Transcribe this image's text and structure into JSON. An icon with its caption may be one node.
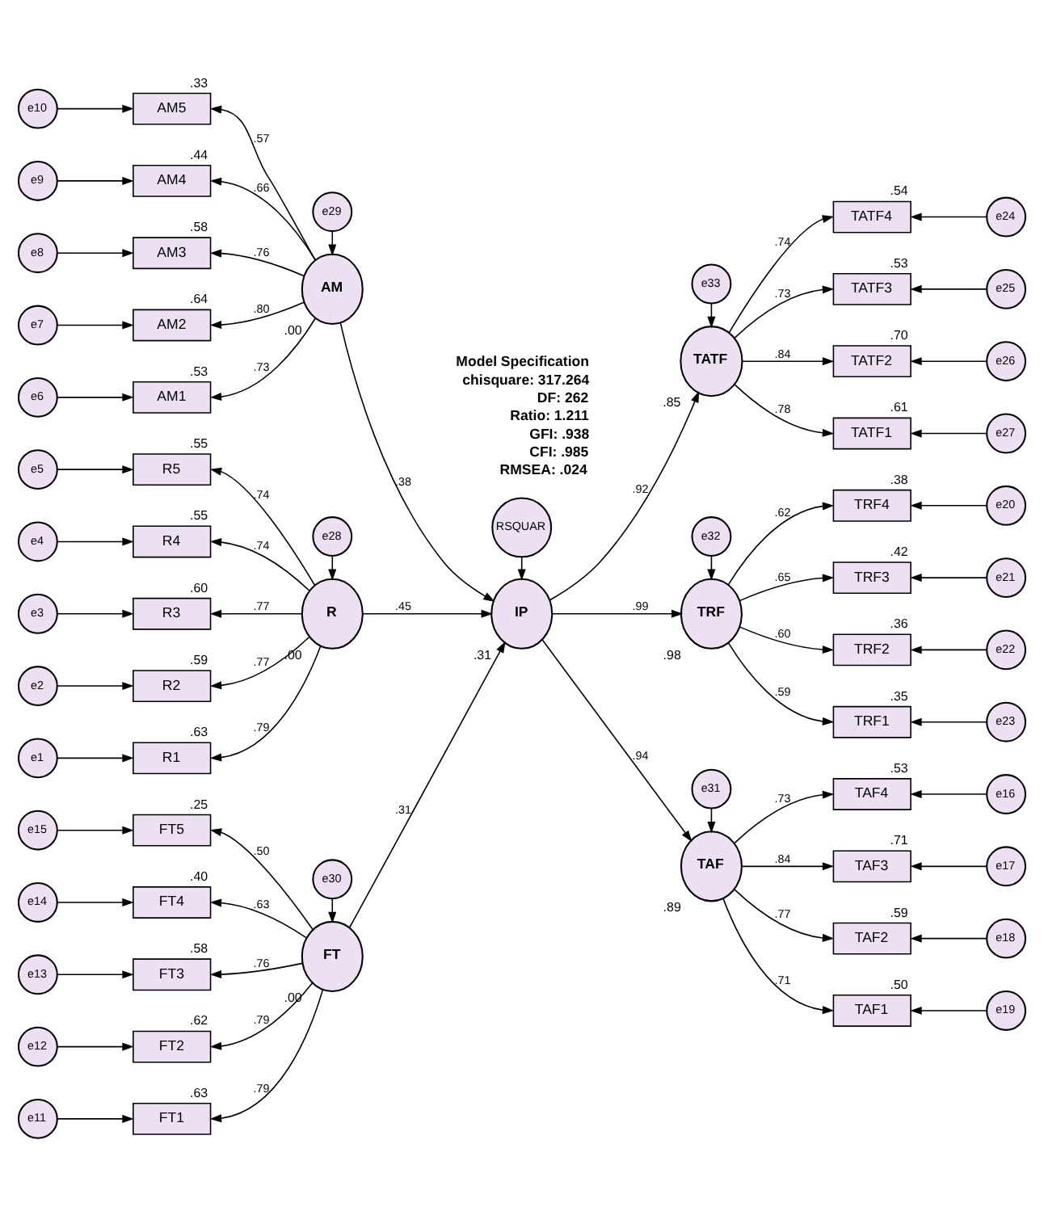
{
  "diagram": {
    "nodes": [
      {
        "text": [
          "e30"
        ]
      },
      {
        "text": [
          "FT"
        ],
        "beside": [
          ".00"
        ]
      },
      {
        "text": [
          "FT5"
        ],
        "beside": [
          ".25"
        ]
      },
      {
        "text": [
          "FT4"
        ],
        "beside": [
          ".40"
        ]
      },
      {
        "text": [
          "FT3"
        ],
        "beside": [
          ".58"
        ]
      },
      {
        "text": [
          "FT2"
        ],
        "beside": [
          ".62"
        ]
      },
      {
        "text": [
          "FT1"
        ],
        "beside": [
          ".63"
        ]
      },
      {
        "text": [
          "e15"
        ]
      },
      {
        "text": [
          "e14"
        ]
      },
      {
        "text": [
          "e13"
        ]
      },
      {
        "text": [
          "e12"
        ]
      },
      {
        "text": [
          "e11"
        ]
      },
      {
        "text": [
          "e29"
        ]
      },
      {
        "text": [
          "AM"
        ],
        "beside": [
          ".00"
        ]
      },
      {
        "text": [
          "AM5"
        ],
        "beside": [
          ".33"
        ]
      },
      {
        "text": [
          "AM4"
        ],
        "beside": [
          ".44"
        ]
      },
      {
        "text": [
          "AM3"
        ],
        "beside": [
          ".58"
        ]
      },
      {
        "text": [
          "AM2"
        ],
        "beside": [
          ".64"
        ]
      },
      {
        "text": [
          "AM1"
        ],
        "beside": [
          ".53"
        ]
      },
      {
        "text": [
          "e10"
        ]
      },
      {
        "text": [
          "e9"
        ]
      },
      {
        "text": [
          "e8"
        ]
      },
      {
        "text": [
          "e7"
        ]
      },
      {
        "text": [
          "e6"
        ]
      },
      {
        "text": [
          "e28"
        ]
      },
      {
        "text": [
          "R"
        ],
        "beside": [
          ".00"
        ]
      },
      {
        "text": [
          "R5"
        ],
        "beside": [
          ".55"
        ]
      },
      {
        "text": [
          "R4"
        ],
        "beside": [
          ".55"
        ]
      },
      {
        "text": [
          "R3"
        ],
        "beside": [
          ".60"
        ]
      },
      {
        "text": [
          "R2"
        ],
        "beside": [
          ".59"
        ]
      },
      {
        "text": [
          "R1"
        ],
        "beside": [
          ".63"
        ]
      },
      {
        "text": [
          "e5"
        ]
      },
      {
        "text": [
          "e4"
        ]
      },
      {
        "text": [
          "e3"
        ]
      },
      {
        "text": [
          "e2"
        ]
      },
      {
        "text": [
          "e1"
        ]
      },
      {
        "text": [
          "RSQUAR"
        ]
      },
      {
        "text": [
          "IP"
        ],
        "beside": [
          ".31"
        ]
      },
      {
        "text": [
          "e33"
        ]
      },
      {
        "text": [
          "TATF"
        ],
        "beside": [
          ".85"
        ]
      },
      {
        "text": [
          "TATF4"
        ],
        "beside": [
          ".54"
        ]
      },
      {
        "text": [
          "TATF3"
        ],
        "beside": [
          ".53"
        ]
      },
      {
        "text": [
          "TATF2"
        ],
        "beside": [
          ".70"
        ]
      },
      {
        "text": [
          "TATF1"
        ],
        "beside": [
          ".61"
        ]
      },
      {
        "text": [
          "e24"
        ]
      },
      {
        "text": [
          "e25"
        ]
      },
      {
        "text": [
          "e26"
        ]
      },
      {
        "text": [
          "e27"
        ]
      },
      {
        "text": [
          "e32"
        ]
      },
      {
        "text": [
          "TRF"
        ],
        "beside": [
          ".98"
        ]
      },
      {
        "text": [
          "TRF4"
        ],
        "beside": [
          ".38"
        ]
      },
      {
        "text": [
          "TRF3"
        ],
        "beside": [
          ".42"
        ]
      },
      {
        "text": [
          "TRF2"
        ],
        "beside": [
          ".36"
        ]
      },
      {
        "text": [
          "TRF1"
        ],
        "beside": [
          ".35"
        ]
      },
      {
        "text": [
          "e20"
        ]
      },
      {
        "text": [
          "e21"
        ]
      },
      {
        "text": [
          "e22"
        ]
      },
      {
        "text": [
          "e23"
        ]
      },
      {
        "text": [
          "e31"
        ]
      },
      {
        "text": [
          "TAF"
        ],
        "beside": [
          ".89"
        ]
      },
      {
        "text": [
          "TAF4"
        ],
        "beside": [
          ".53"
        ]
      },
      {
        "text": [
          "TAF3"
        ],
        "beside": [
          ".71"
        ]
      },
      {
        "text": [
          "TAF2"
        ],
        "beside": [
          ".59"
        ]
      },
      {
        "text": [
          "TAF1"
        ],
        "beside": [
          ".50"
        ]
      },
      {
        "text": [
          "e16"
        ]
      },
      {
        "text": [
          "e17"
        ]
      },
      {
        "text": [
          "e18"
        ]
      },
      {
        "text": [
          "e19"
        ]
      }
    ],
    "edges": [
      {
        "from": 0,
        "to": 1,
        "arrow": "to"
      },
      {
        "from": 1,
        "to": 2,
        "arrow": "to",
        "label": ".50"
      },
      {
        "from": 1,
        "to": 3,
        "arrow": "to",
        "label": ".63"
      },
      {
        "from": 1,
        "to": 4,
        "arrow": "to",
        "label": ".76"
      },
      {
        "from": 1,
        "to": 5,
        "arrow": "to",
        "label": ".79"
      },
      {
        "from": 1,
        "to": 6,
        "arrow": "to",
        "label": ".79"
      },
      {
        "from": 7,
        "to": 2,
        "arrow": "to"
      },
      {
        "from": 8,
        "to": 3,
        "arrow": "to"
      },
      {
        "from": 9,
        "to": 4,
        "arrow": "to"
      },
      {
        "from": 10,
        "to": 5,
        "arrow": "to"
      },
      {
        "from": 11,
        "to": 6,
        "arrow": "to"
      },
      {
        "from": 12,
        "to": 13,
        "arrow": "to"
      },
      {
        "from": 13,
        "to": 14,
        "arrow": "to",
        "label": ".57"
      },
      {
        "from": 13,
        "to": 15,
        "arrow": "to",
        "label": ".66"
      },
      {
        "from": 13,
        "to": 16,
        "arrow": "to",
        "label": ".76"
      },
      {
        "from": 13,
        "to": 17,
        "arrow": "to",
        "label": ".80"
      },
      {
        "from": 13,
        "to": 18,
        "arrow": "to",
        "label": ".73"
      },
      {
        "from": 19,
        "to": 14,
        "arrow": "to"
      },
      {
        "from": 20,
        "to": 15,
        "arrow": "to"
      },
      {
        "from": 21,
        "to": 16,
        "arrow": "to"
      },
      {
        "from": 22,
        "to": 17,
        "arrow": "to"
      },
      {
        "from": 23,
        "to": 18,
        "arrow": "to"
      },
      {
        "from": 24,
        "to": 25,
        "arrow": "to"
      },
      {
        "from": 25,
        "to": 26,
        "arrow": "to",
        "label": ".74"
      },
      {
        "from": 25,
        "to": 27,
        "arrow": "to",
        "label": ".74"
      },
      {
        "from": 25,
        "to": 28,
        "arrow": "to",
        "label": ".77"
      },
      {
        "from": 25,
        "to": 29,
        "arrow": "to",
        "label": ".77"
      },
      {
        "from": 25,
        "to": 30,
        "arrow": "to",
        "label": ".79"
      },
      {
        "from": 31,
        "to": 26,
        "arrow": "to"
      },
      {
        "from": 32,
        "to": 27,
        "arrow": "to"
      },
      {
        "from": 33,
        "to": 28,
        "arrow": "to"
      },
      {
        "from": 34,
        "to": 29,
        "arrow": "to"
      },
      {
        "from": 35,
        "to": 30,
        "arrow": "to"
      },
      {
        "from": 1,
        "to": 37,
        "arrow": "to",
        "label": ".31"
      },
      {
        "from": 13,
        "to": 37,
        "arrow": "to",
        "label": ".38"
      },
      {
        "from": 25,
        "to": 37,
        "arrow": "to",
        "label": ".45"
      },
      {
        "from": 36,
        "to": 37,
        "arrow": "to"
      },
      {
        "from": 37,
        "to": 39,
        "arrow": "to",
        "label": ".92"
      },
      {
        "from": 37,
        "to": 49,
        "arrow": "to",
        "label": ".99"
      },
      {
        "from": 37,
        "to": 59,
        "arrow": "to",
        "label": ".94"
      },
      {
        "from": 38,
        "to": 39,
        "arrow": "to"
      },
      {
        "from": 39,
        "to": 40,
        "arrow": "to",
        "label": ".74"
      },
      {
        "from": 39,
        "to": 41,
        "arrow": "to",
        "label": ".73"
      },
      {
        "from": 39,
        "to": 42,
        "arrow": "to",
        "label": ".84"
      },
      {
        "from": 39,
        "to": 43,
        "arrow": "to",
        "label": ".78"
      },
      {
        "from": 44,
        "to": 40,
        "arrow": "to"
      },
      {
        "from": 45,
        "to": 41,
        "arrow": "to"
      },
      {
        "from": 46,
        "to": 42,
        "arrow": "to"
      },
      {
        "from": 47,
        "to": 43,
        "arrow": "to"
      },
      {
        "from": 48,
        "to": 49,
        "arrow": "to"
      },
      {
        "from": 49,
        "to": 50,
        "arrow": "to",
        "label": ".62"
      },
      {
        "from": 49,
        "to": 51,
        "arrow": "to",
        "label": ".65"
      },
      {
        "from": 49,
        "to": 52,
        "arrow": "to",
        "label": ".60"
      },
      {
        "from": 49,
        "to": 53,
        "arrow": "to",
        "label": ".59"
      },
      {
        "from": 54,
        "to": 50,
        "arrow": "to"
      },
      {
        "from": 55,
        "to": 51,
        "arrow": "to"
      },
      {
        "from": 56,
        "to": 52,
        "arrow": "to"
      },
      {
        "from": 57,
        "to": 53,
        "arrow": "to"
      },
      {
        "from": 58,
        "to": 59,
        "arrow": "to"
      },
      {
        "from": 59,
        "to": 60,
        "arrow": "to",
        "label": ".73"
      },
      {
        "from": 59,
        "to": 61,
        "arrow": "to",
        "label": ".84"
      },
      {
        "from": 59,
        "to": 62,
        "arrow": "to",
        "label": ".77"
      },
      {
        "from": 59,
        "to": 63,
        "arrow": "to",
        "label": ".71"
      },
      {
        "from": 64,
        "to": 60,
        "arrow": "to"
      },
      {
        "from": 65,
        "to": 61,
        "arrow": "to"
      },
      {
        "from": 66,
        "to": 62,
        "arrow": "to"
      },
      {
        "from": 67,
        "to": 63,
        "arrow": "to"
      }
    ],
    "labels": [
      "Model Specification",
      "chisquare: 317.264",
      "DF: 262",
      "Ratio: 1.211",
      "GFI: .938",
      "CFI: .985",
      "RMSEA: .024"
    ]
  }
}
